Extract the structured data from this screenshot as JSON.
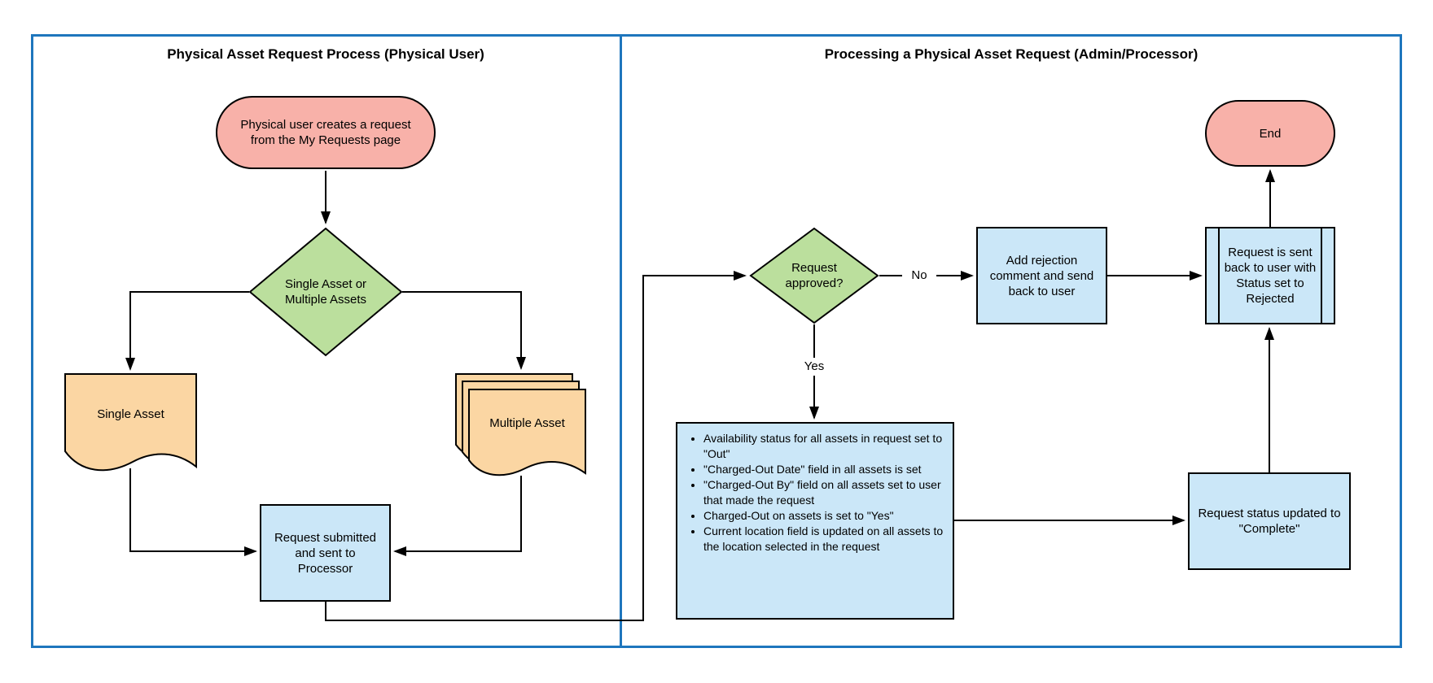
{
  "lanes": {
    "left": {
      "title": "Physical Asset Request Process (Physical User)"
    },
    "right": {
      "title": "Processing a Physical Asset Request (Admin/Processor)"
    }
  },
  "nodes": {
    "start": {
      "type": "terminator",
      "label": "Physical user creates a request from the My Requests page"
    },
    "asset_decision": {
      "type": "decision",
      "label": "Single Asset or Multiple Assets"
    },
    "single_asset_doc": {
      "type": "document",
      "label": "Single Asset"
    },
    "multiple_asset_doc": {
      "type": "document-stack",
      "label": "Multiple Asset"
    },
    "request_submitted": {
      "type": "process",
      "label": "Request submitted and sent to Processor"
    },
    "request_approved": {
      "type": "decision",
      "label": "Request approved?"
    },
    "add_rejection": {
      "type": "process",
      "label": "Add rejection comment and send back to user"
    },
    "sent_back_rejected": {
      "type": "predefined-process",
      "label": "Request is sent back to user with Status set to Rejected"
    },
    "end": {
      "type": "terminator",
      "label": "End"
    },
    "approved_actions": {
      "type": "process-list",
      "bullets": [
        "Availability status for all assets in request set to \"Out\"",
        "\"Charged-Out Date\" field in all assets is set",
        "\"Charged-Out By\" field on all assets set to user that made the request",
        "Charged-Out on assets is set to \"Yes\"",
        "Current location field is updated on all assets to the location selected in the request"
      ]
    },
    "status_complete": {
      "type": "process",
      "label": "Request status updated to \"Complete\""
    }
  },
  "edge_labels": {
    "no": "No",
    "yes": "Yes"
  },
  "colors": {
    "lane_border": "#1e76bd",
    "stroke": "#000000",
    "terminator_fill": "#f8b1a9",
    "decision_fill": "#bbdf9d",
    "document_fill": "#fbd6a3",
    "process_fill": "#cbe7f8"
  }
}
